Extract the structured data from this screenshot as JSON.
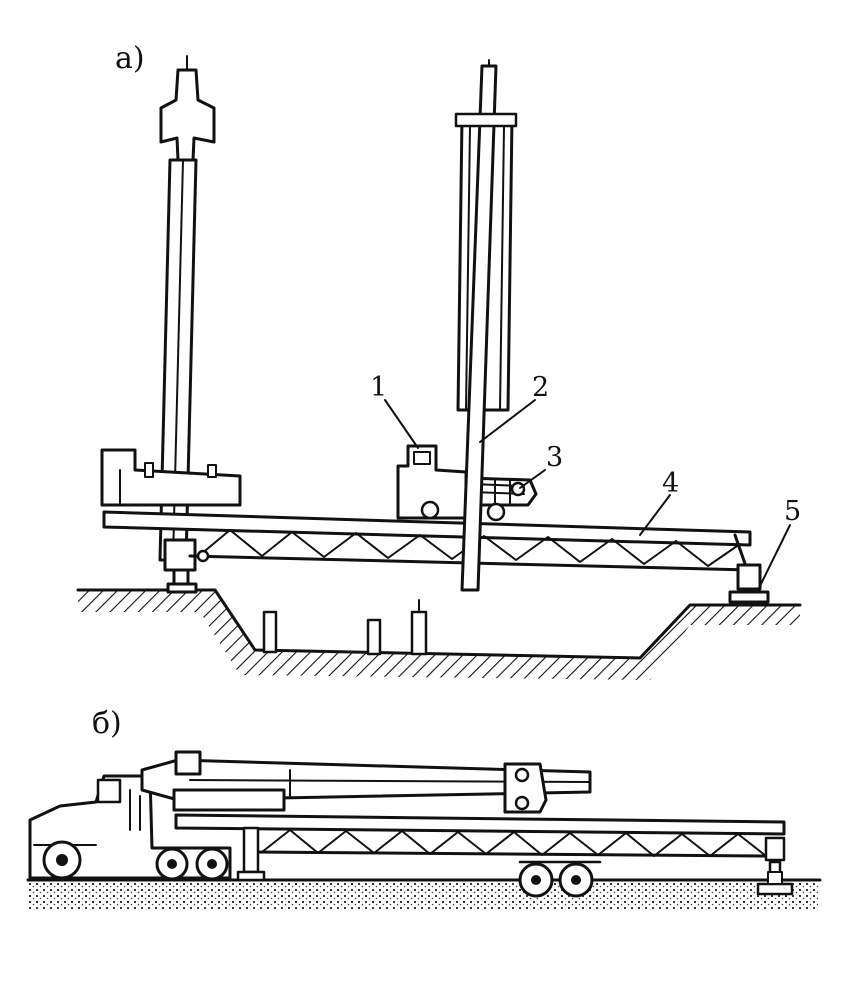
{
  "figure": {
    "panels": [
      {
        "id": "a",
        "label": "а)"
      },
      {
        "id": "b",
        "label": "б)"
      }
    ],
    "callouts": [
      {
        "id": "1",
        "text": "1"
      },
      {
        "id": "2",
        "text": "2"
      },
      {
        "id": "3",
        "text": "3"
      },
      {
        "id": "4",
        "text": "4"
      },
      {
        "id": "5",
        "text": "5"
      }
    ],
    "ink_color": "#111111",
    "background_color": "#ffffff"
  }
}
